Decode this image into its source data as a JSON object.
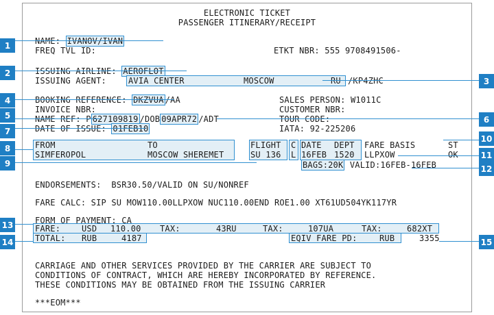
{
  "header": {
    "title": "ELECTRONIC TICKET",
    "subtitle": "PASSENGER ITINERARY/RECEIPT"
  },
  "passenger": {
    "name_label": "NAME:",
    "name": "IVANOV/IVAN",
    "freq_label": "FREQ TVL ID:",
    "etkt_label": "ETKT NBR:",
    "etkt_nbr": "555 9708491506-"
  },
  "issuing": {
    "airline_label": "ISSUING AIRLINE:",
    "airline": "AEROFLOT",
    "agent_label": "ISSUING AGENT:",
    "agent_name": "AVIA CENTER",
    "agent_city": "MOSCOW",
    "agent_country": "RU",
    "agent_code": "/KP4ZHC"
  },
  "booking": {
    "ref_label": "BOOKING REFERENCE:",
    "ref": "DKZVUA",
    "ref_suffix": "/AA",
    "sales_label": "SALES PERSON:",
    "sales_person": "W1011C",
    "invoice_label": "INVOICE NBR:",
    "customer_label": "CUSTOMER NBR:",
    "nameref_label": "NAME REF:",
    "nameref_p": "P",
    "passport": "627109819",
    "dob_label": "/DOB",
    "dob": "09APR72",
    "adt": "/ADT",
    "tour_label": "TOUR CODE:",
    "issue_label": "DATE OF ISSUE:",
    "issue_date": "01FEB10",
    "iata_label": "IATA:",
    "iata": "92-225206"
  },
  "itinerary": {
    "from_label": "FROM",
    "to_label": "TO",
    "from": "SIMFEROPOL",
    "to": "MOSCOW SHEREMET",
    "flight_label": "FLIGHT",
    "flight": "SU 136",
    "class_label": "C",
    "class": "L",
    "date_label": "DATE",
    "dept_label": "DEPT",
    "date": "16FEB",
    "dept": "1520",
    "fare_basis_label": "FARE BASIS",
    "fare_basis": "LLPXOW",
    "st_label": "ST",
    "status": "OK",
    "bags": "BAGS:20K",
    "valid": "VALID:16FEB-16FEB"
  },
  "endorsements": "ENDORSEMENTS:  BSR30.50/VALID ON SU/NONREF",
  "fare_calc": "FARE CALC: SIP SU MOW110.00LLPXOW NUC110.00END ROE1.00 XT61UD504YK117YR",
  "payment": {
    "form": "FORM OF PAYMENT: CA",
    "fare_label": "FARE:",
    "fare_cur": "USD",
    "fare_amt": "110.00",
    "tax_label": "TAX:",
    "tax1": "43RU",
    "tax2": "107UA",
    "tax3": "682XT",
    "total_label": "TOTAL:",
    "total_cur": "RUB",
    "total_amt": "4187",
    "eqiv_label": "EQIV FARE PD:",
    "eqiv_cur": "RUB",
    "eqiv_amt": "3355"
  },
  "conditions": [
    "CARRIAGE AND OTHER SERVICES PROVIDED BY THE CARRIER ARE SUBJECT TO",
    "CONDITIONS OF CONTRACT, WHICH ARE HEREBY INCORPORATED BY REFERENCE.",
    "THESE CONDITIONS MAY BE OBTAINED FROM THE ISSUING CARRIER"
  ],
  "eom": "***EOM***",
  "callouts": [
    "1",
    "2",
    "3",
    "4",
    "5",
    "6",
    "7",
    "8",
    "9",
    "10",
    "11",
    "12",
    "13",
    "14",
    "15"
  ],
  "colors": {
    "accent": "#1f7fc4",
    "highlight": "#e3eff6",
    "border": "#2f8fd0"
  }
}
